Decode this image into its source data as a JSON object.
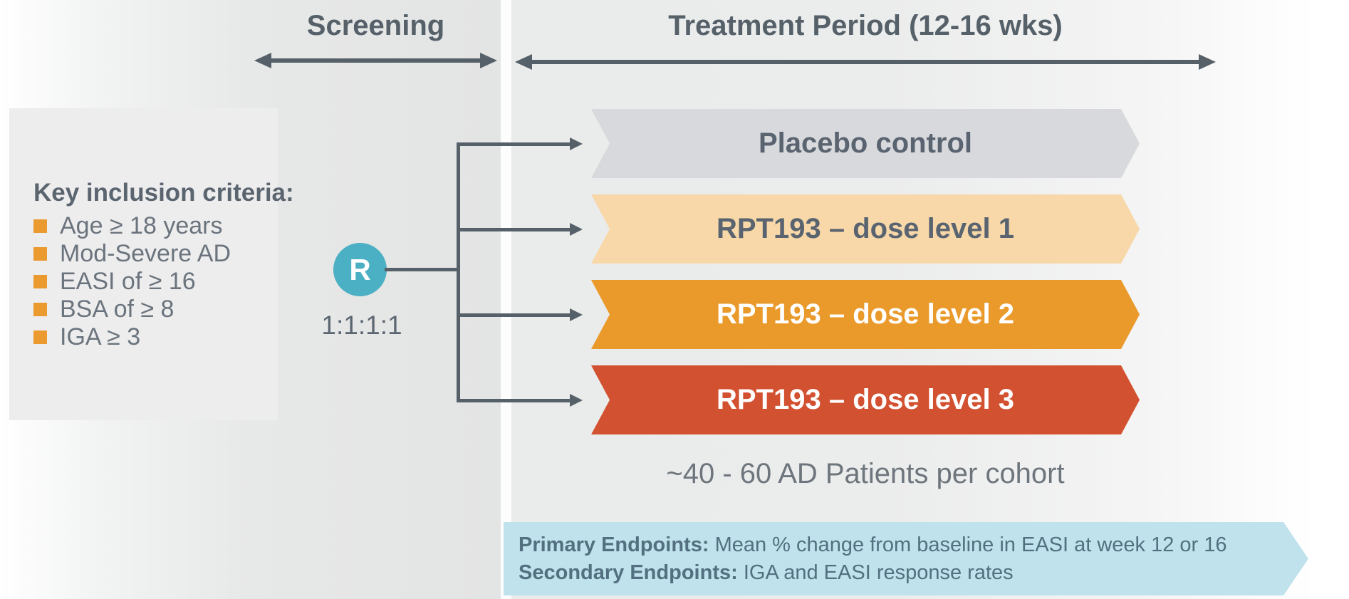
{
  "phases": {
    "screening": "Screening",
    "treatment": "Treatment Period (12-16 wks)"
  },
  "inclusion": {
    "heading": "Key inclusion criteria:",
    "items": [
      "Age ≥ 18 years",
      "Mod-Severe AD",
      "EASI of ≥ 16",
      "BSA of ≥ 8",
      "IGA ≥ 3"
    ]
  },
  "randomization": {
    "symbol": "R",
    "ratio": "1:1:1:1"
  },
  "arms": [
    {
      "label": "Placebo control",
      "fill": "#d8d9dd",
      "text": "#5a6470"
    },
    {
      "label": "RPT193 – dose level 1",
      "fill": "#f8d8a8",
      "text": "#5a6470"
    },
    {
      "label": "RPT193 – dose level 2",
      "fill": "#e99a2b",
      "text": "#ffffff"
    },
    {
      "label": "RPT193 – dose level 3",
      "fill": "#d25130",
      "text": "#ffffff"
    }
  ],
  "cohort_note": "~40 - 60 AD Patients per cohort",
  "endpoints": {
    "primary_label": "Primary Endpoints:",
    "primary_value": "Mean % change from baseline in EASI at week 12 or 16",
    "secondary_label": "Secondary Endpoints:",
    "secondary_value": "IGA and EASI response rates",
    "fill": "#bfe2ec"
  },
  "colors": {
    "line": "#566069",
    "phase_text": "#556069",
    "body_text": "#6b747d",
    "bullet": "#eb9a30",
    "randomizer_circle": "#4bb0c3",
    "endpoints_text": "#52707f",
    "panel": "#ededee"
  }
}
